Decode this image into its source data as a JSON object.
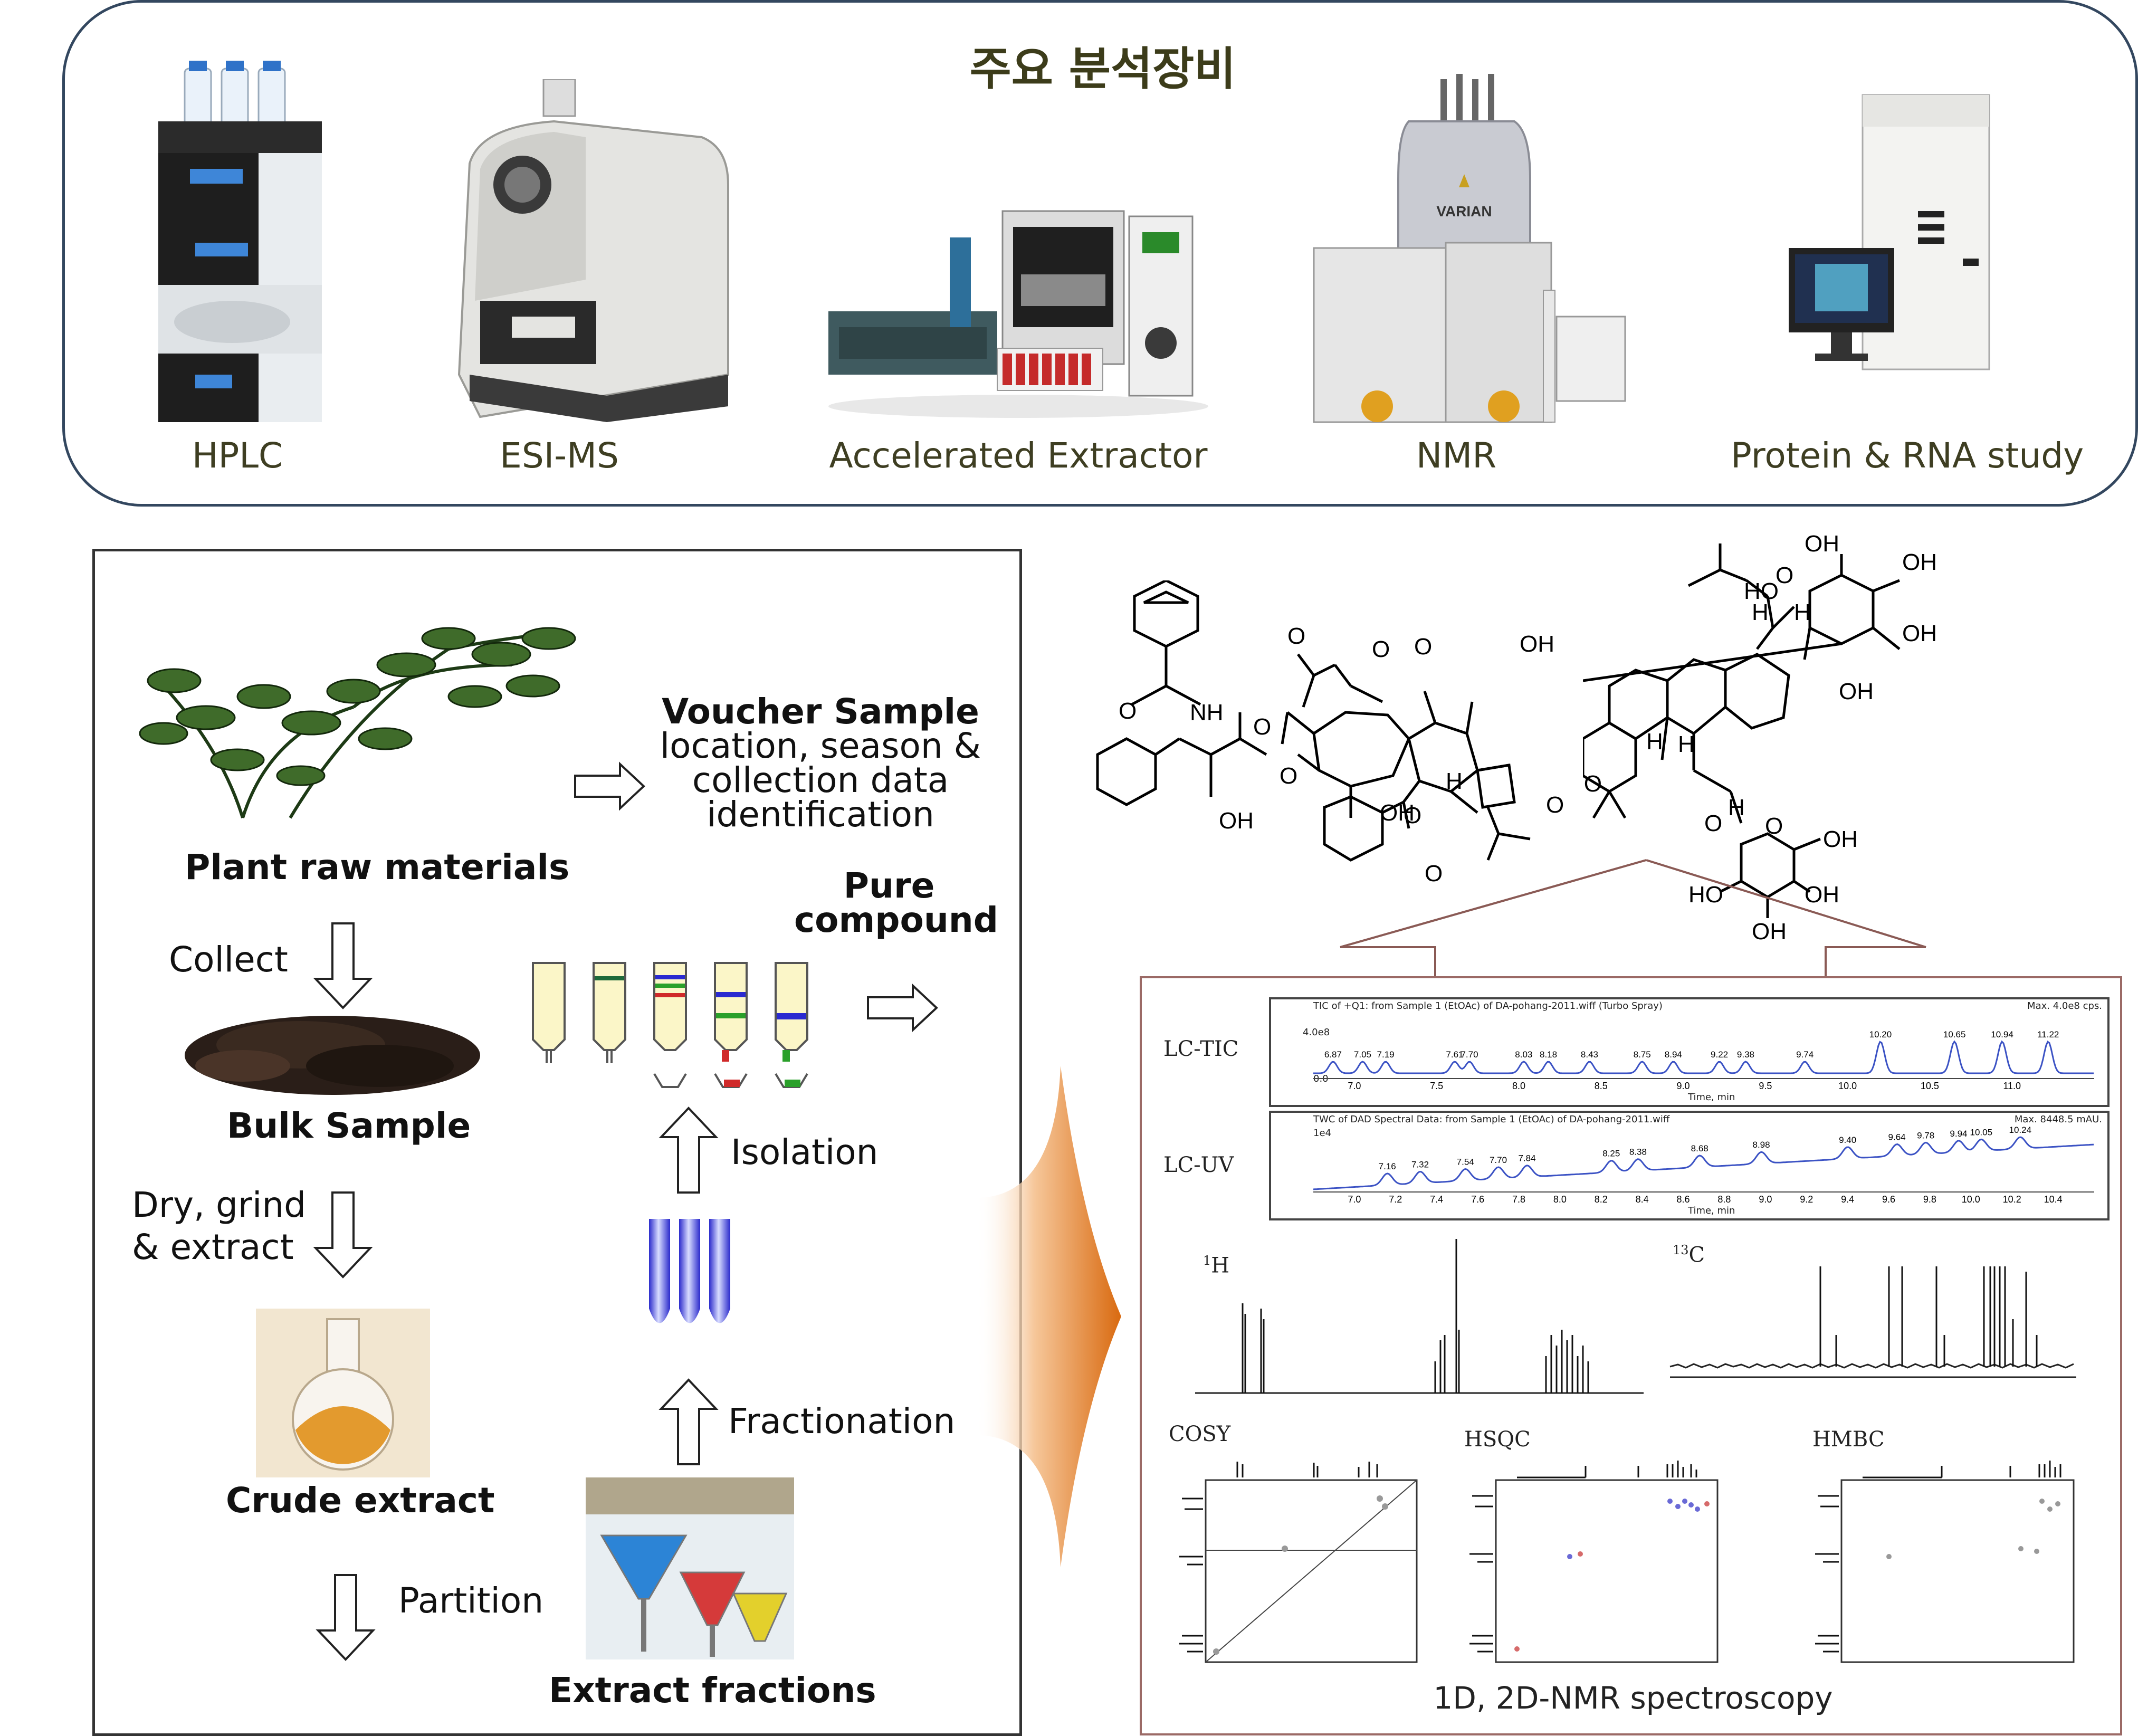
{
  "equipment_panel": {
    "title": "주요 분석장비",
    "items": [
      {
        "label": "HPLC"
      },
      {
        "label": "ESI-MS"
      },
      {
        "label": "Accelerated Extractor"
      },
      {
        "label": "NMR"
      },
      {
        "label": "Protein & RNA study"
      }
    ],
    "device_text": {
      "nmr_brand": "VARIAN"
    }
  },
  "workflow": {
    "plant_label": "Plant raw materials",
    "voucher_title": "Voucher Sample",
    "voucher_lines": [
      "location, season &",
      "collection data",
      "identification"
    ],
    "collect": "Collect",
    "bulk_label": "Bulk Sample",
    "dry_lines": [
      "Dry, grind",
      "& extract"
    ],
    "crude_label": "Crude extract",
    "partition": "Partition",
    "extract_label": "Extract fractions",
    "fractionation": "Fractionation",
    "isolation": "Isolation",
    "pure_lines": [
      "Pure",
      "compound"
    ]
  },
  "structures": {
    "left_labels": [
      "O",
      "NH",
      "O",
      "OH",
      "O",
      "O",
      "OH",
      "O",
      "O",
      "OH",
      "H",
      "O",
      "O",
      "O"
    ],
    "right_labels": [
      "OH",
      "OH",
      "OH",
      "OH",
      "HO",
      "H",
      "H",
      "O",
      "H",
      "H",
      "HO",
      "O",
      "H",
      "O",
      "OH",
      "HO",
      "OH",
      "OH"
    ]
  },
  "spectra": {
    "caption": "1D, 2D-NMR spectroscopy",
    "lc_tic": {
      "label": "LC-TIC",
      "header": "TIC of +Q1: from Sample 1 (EtOAc) of DA-pohang-2011.wiff (Turbo Spray)",
      "max": "Max. 4.0e8 cps.",
      "y_top": "4.0e8",
      "y_bottom": "0.0",
      "peaks": [
        "6.87",
        "7.05",
        "7.19",
        "7.61",
        "7.70",
        "8.03",
        "8.18",
        "8.43",
        "8.75",
        "8.94",
        "9.22",
        "9.38",
        "9.74",
        "10.20",
        "10.65",
        "10.94",
        "11.22"
      ],
      "ticks": [
        "7.0",
        "7.5",
        "8.0",
        "8.5",
        "9.0",
        "9.5",
        "10.0",
        "10.5",
        "11.0"
      ],
      "xlabel": "Time, min"
    },
    "lc_uv": {
      "label": "LC-UV",
      "header": "TWC of DAD Spectral Data: from Sample 1 (EtOAc) of DA-pohang-2011.wiff",
      "max": "Max. 8448.5 mAU.",
      "y_top": "1e4",
      "peaks": [
        "7.16",
        "7.32",
        "7.54",
        "7.70",
        "7.84",
        "8.25",
        "8.38",
        "8.68",
        "8.98",
        "9.40",
        "9.64",
        "9.78",
        "9.94",
        "10.05",
        "10.24"
      ],
      "ticks": [
        "7.0",
        "7.2",
        "7.4",
        "7.6",
        "7.8",
        "8.0",
        "8.2",
        "8.4",
        "8.6",
        "8.8",
        "9.0",
        "9.2",
        "9.4",
        "9.6",
        "9.8",
        "10.0",
        "10.2",
        "10.4"
      ],
      "xlabel": "Time, min"
    },
    "h1_label": "1H",
    "c13_label": "13C",
    "cosy_label": "COSY",
    "hsqc_label": "HSQC",
    "hmbc_label": "HMBC"
  },
  "colors": {
    "panel_border": "#33475f",
    "title": "#3c3c1a",
    "nmr_frame": "#9b6a66",
    "orange_arrow": "#e07a1f",
    "column_fill": "#fbf6c8",
    "tube_blue": "#3b3bd6"
  }
}
